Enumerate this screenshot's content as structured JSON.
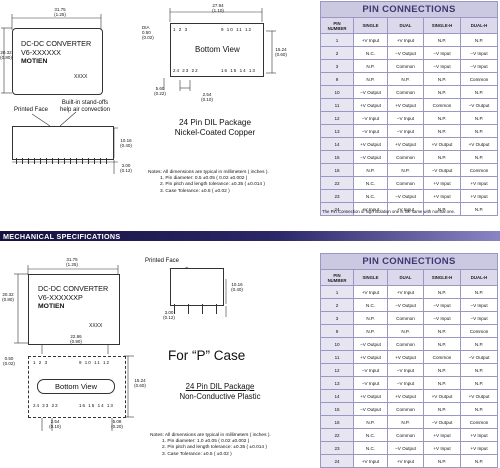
{
  "top": {
    "dims": {
      "width_mm": "31.75",
      "width_in": "(1.25)",
      "width2_mm": "27.94",
      "width2_in": "(1.10)",
      "height_mm": "20.32",
      "height_in": "(0.80)",
      "dia_label": "DIA",
      "dia_mm": "0.50",
      "dia_in": "(0.02)",
      "side_mm": "15.24",
      "side_in": "(0.60)",
      "pitch_mm": "2.54",
      "pitch_in": "(0.10)",
      "offset_mm": "5.60",
      "offset_in": "(0.22)",
      "thick_mm": "10.16",
      "thick_in": "(0.40)",
      "pinlen_mm": "3.00",
      "pinlen_in": "(0.12)"
    },
    "module": {
      "line1": "DC-DC CONVERTER",
      "line2": "V6-XXXXXX",
      "brand": "MOTIEN",
      "code": "XXXX"
    },
    "bottom_view": {
      "label": "Bottom View",
      "top_pins": [
        "1",
        "2",
        "3",
        "9",
        "10",
        "11",
        "12"
      ],
      "bottom_pins": [
        "24",
        "23",
        "22",
        "16",
        "15",
        "14",
        "13"
      ]
    },
    "side": {
      "printed_face": "Printed Face",
      "standoffs": "Built-in stand-offs\nhelp air convection"
    },
    "package": {
      "line1": "24 Pin DIL Package",
      "line2": "Nickel-Coated Copper"
    },
    "notes": [
      "Notes: All dimensions are typical in millimeters ( inches ).",
      "1.  Pin diameter: 0.5 ±0.05 ( 0.02 ±0.002 )",
      "2.  Pin pitch and length tolerance: ±0.35 ( ±0.014 )",
      "3.  Case Tolerance: ±0.5 ( ±0.02 )"
    ],
    "table_footnote": "The Pin Connection of high isolation one is the same with normal one."
  },
  "section_title": "MECHANICAL SPECIFICATIONS",
  "bottom": {
    "dims": {
      "width_mm": "31.75",
      "width_in": "(1.25)",
      "height_mm": "20.32",
      "height_in": "(0.80)",
      "thick_mm": "10.16",
      "thick_in": "(0.40)",
      "pinlen_mm": "3.00",
      "pinlen_in": "(0.12)",
      "span_mm": "22.86",
      "span_in": "(0.90)",
      "edge_mm": "0.50",
      "edge_in": "(0.02)",
      "side_mm": "15.24",
      "side_in": "(0.60)",
      "pitch_mm": "2.54",
      "pitch_in": "(0.10)",
      "off_mm": "5.08",
      "off_in": "(0.20)"
    },
    "module": {
      "line1": "DC-DC CONVERTER",
      "line2": "V6-XXXXXXP",
      "brand": "MOTIEN",
      "code": "XXXX"
    },
    "printed_face": "Printed Face",
    "bottom_view": {
      "label": "Bottom View",
      "top_pins": [
        "1",
        "2",
        "3",
        "9",
        "10",
        "11",
        "12"
      ],
      "bottom_pins": [
        "24",
        "23",
        "22",
        "16",
        "15",
        "14",
        "13"
      ]
    },
    "case_title": "For “P” Case",
    "package": {
      "line1": "24 Pin DIL Package",
      "line2": "Non-Conductive Plastic"
    },
    "notes": [
      "Notes: All dimensions are typical in millimeters ( inches ).",
      "1.  Pin diameter: 1.0 ±0.05 ( 0.02 ±0.002 )",
      "2.  Pin pitch and length tolerance: ±0.35 ( ±0.014 )",
      "3.  Case Tolerance: ±0.5 ( ±0.02 )"
    ]
  },
  "pin_table": {
    "title": "PIN CONNECTIONS",
    "headers": [
      "PIN\nNUMBER",
      "SINGLE",
      "DUAL",
      "SINGLE-H",
      "DUAL-H"
    ],
    "rows": [
      [
        "1",
        "+V Input",
        "+V Input",
        "N.P.",
        "N.P."
      ],
      [
        "2",
        "N.C.",
        "−V Output",
        "−V Input",
        "−V Input"
      ],
      [
        "3",
        "N.P.",
        "Common",
        "−V Input",
        "−V Input"
      ],
      [
        "9",
        "N.P.",
        "N.P.",
        "N.P.",
        "Common"
      ],
      [
        "10",
        "−V Output",
        "Common",
        "N.P.",
        "N.P."
      ],
      [
        "11",
        "+V Output",
        "+V Output",
        "Common",
        "−V Output"
      ],
      [
        "12",
        "−V Input",
        "−V Input",
        "N.P.",
        "N.P."
      ],
      [
        "13",
        "−V Input",
        "−V Input",
        "N.P.",
        "N.P."
      ],
      [
        "14",
        "+V Output",
        "+V Output",
        "+V Output",
        "+V Output"
      ],
      [
        "15",
        "−V Output",
        "Common",
        "N.P.",
        "N.P."
      ],
      [
        "16",
        "N.P.",
        "N.P.",
        "−V Output",
        "Common"
      ],
      [
        "22",
        "N.C.",
        "Common",
        "+V Input",
        "+V Input"
      ],
      [
        "23",
        "N.C.",
        "−V Output",
        "+V Input",
        "+V Input"
      ],
      [
        "24",
        "+V Input",
        "+V Input",
        "N.P.",
        "N.P."
      ]
    ]
  }
}
